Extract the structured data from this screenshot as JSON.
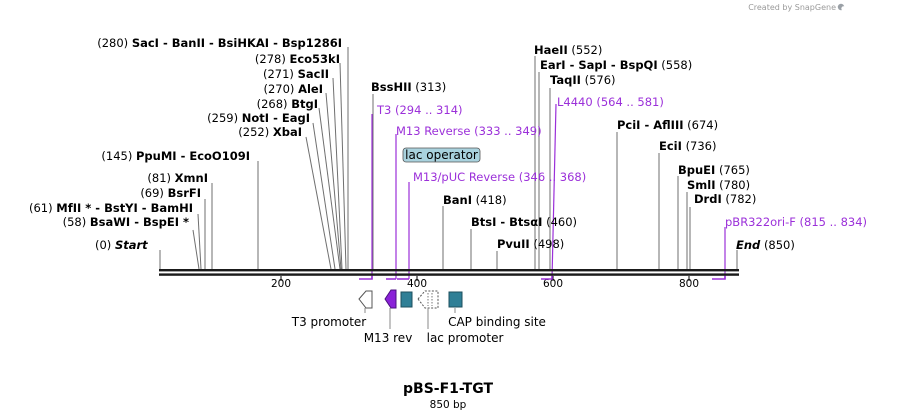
{
  "watermark": "Created by SnapGene",
  "plasmid": {
    "name": "pBS-F1-TGT",
    "size_label": "850 bp"
  },
  "ruler": {
    "ticks": [
      "200",
      "400",
      "600",
      "800"
    ]
  },
  "start_label": {
    "pos": "(0)",
    "name": "Start"
  },
  "end_label": {
    "name": "End",
    "pos": "(850)"
  },
  "left_sites": [
    {
      "pos": "(280)",
      "names": [
        "SacI",
        "BanII",
        "BsiHKAI",
        "Bsp1286I"
      ]
    },
    {
      "pos": "(278)",
      "names": [
        "Eco53kI"
      ]
    },
    {
      "pos": "(271)",
      "names": [
        "SacII"
      ]
    },
    {
      "pos": "(270)",
      "names": [
        "AleI"
      ]
    },
    {
      "pos": "(268)",
      "names": [
        "BtgI"
      ]
    },
    {
      "pos": "(259)",
      "names": [
        "NotI",
        "EagI"
      ]
    },
    {
      "pos": "(252)",
      "names": [
        "XbaI"
      ]
    },
    {
      "pos": "(145)",
      "names": [
        "PpuMI",
        "EcoO109I"
      ]
    },
    {
      "pos": "(81)",
      "names": [
        "XmnI"
      ]
    },
    {
      "pos": "(69)",
      "names": [
        "BsrFI"
      ]
    },
    {
      "pos": "(61)",
      "names": [
        "MfII *",
        "BstYI",
        "BamHI"
      ]
    },
    {
      "pos": "(58)",
      "names": [
        "BsaWI",
        "BspEI *"
      ]
    }
  ],
  "right_sites": [
    {
      "names": [
        "BssHII"
      ],
      "pos": "(313)"
    },
    {
      "names": [
        "HaeII"
      ],
      "pos": "(552)"
    },
    {
      "names": [
        "EarI",
        "SapI",
        "BspQI"
      ],
      "pos": "(558)"
    },
    {
      "names": [
        "TaqII"
      ],
      "pos": "(576)"
    },
    {
      "names": [
        "PciI",
        "AflIII"
      ],
      "pos": "(674)"
    },
    {
      "names": [
        "EciI"
      ],
      "pos": "(736)"
    },
    {
      "names": [
        "BpuEI"
      ],
      "pos": "(765)"
    },
    {
      "names": [
        "SmlI"
      ],
      "pos": "(780)"
    },
    {
      "names": [
        "DrdI"
      ],
      "pos": "(782)"
    },
    {
      "names": [
        "BanI"
      ],
      "pos": "(418)"
    },
    {
      "names": [
        "BtsI",
        "BtsαI"
      ],
      "pos": "(460)"
    },
    {
      "names": [
        "PvuII"
      ],
      "pos": "(498)"
    }
  ],
  "primers": [
    {
      "name": "T3",
      "range": "(294 .. 314)"
    },
    {
      "name": "M13 Reverse",
      "range": "(333 .. 349)"
    },
    {
      "name": "M13/pUC Reverse",
      "range": "(346 .. 368)"
    },
    {
      "name": "L4440",
      "range": "(564 .. 581)"
    },
    {
      "name": "pBR322ori-F",
      "range": "(815 .. 834)"
    }
  ],
  "features": {
    "lac_operator": "lac operator",
    "t3_promoter": "T3 promoter",
    "m13_rev": "M13 rev",
    "lac_promoter": "lac promoter",
    "cap_site": "CAP binding site"
  },
  "colors": {
    "primer": "#9b30d9",
    "feature_teal": "#2f7f96",
    "lac_operator_fill": "#a9d2de",
    "m13_rev_fill": "#8a22d8"
  }
}
